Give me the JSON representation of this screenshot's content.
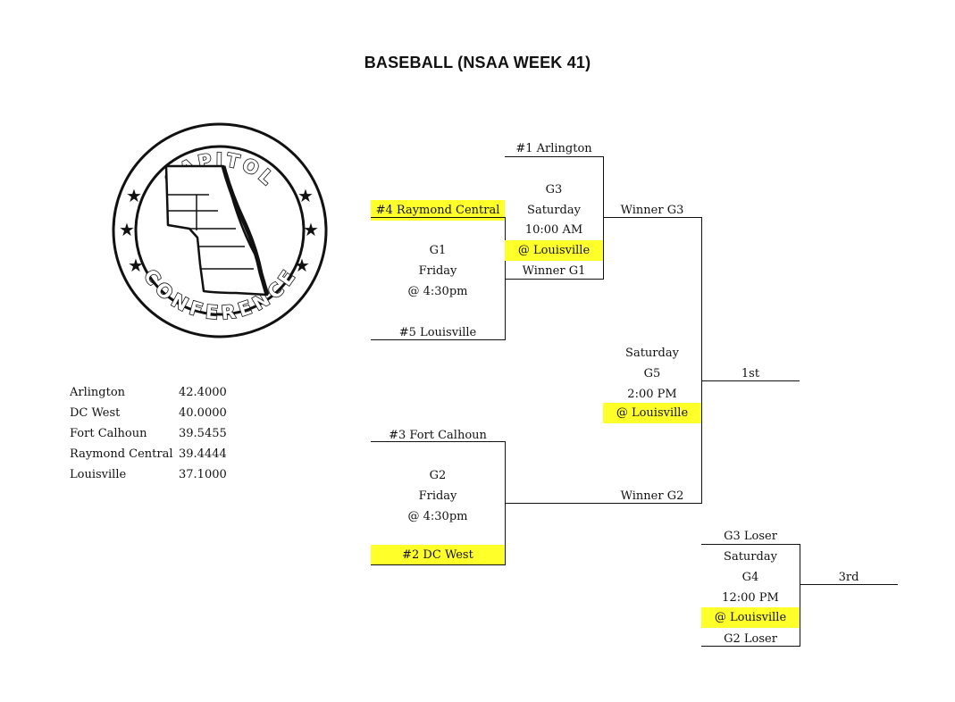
{
  "title": "BASEBALL (NSAA WEEK 41)",
  "logo": {
    "top_text": "CAPITOL",
    "bottom_text": "CONFERENCE"
  },
  "standings": [
    {
      "team": "Arlington",
      "score": "42.4000"
    },
    {
      "team": "DC West",
      "score": "40.0000"
    },
    {
      "team": "Fort Calhoun",
      "score": "39.5455"
    },
    {
      "team": "Raymond Central",
      "score": "39.4444"
    },
    {
      "team": "Louisville",
      "score": "37.1000"
    }
  ],
  "g1": {
    "top_team": "#4 Raymond Central",
    "game": "G1",
    "day": "Friday",
    "time": "@ 4:30pm",
    "bottom_team": "#5 Louisville"
  },
  "g2": {
    "top_team": "#3 Fort Calhoun",
    "game": "G2",
    "day": "Friday",
    "time": "@ 4:30pm",
    "bottom_team": "#2 DC West"
  },
  "g3": {
    "top_team": "#1 Arlington",
    "game": "G3",
    "day": "Saturday",
    "time": "10:00 AM",
    "site": "@ Louisville",
    "bottom_team": "Winner G1"
  },
  "g5": {
    "top_team": "Winner G3",
    "day": "Saturday",
    "game": "G5",
    "time": "2:00 PM",
    "site": "@ Louisville",
    "bottom_team": "Winner G2",
    "result": "1st"
  },
  "g4": {
    "top_team": "G3 Loser",
    "day": "Saturday",
    "game": "G4",
    "time": "12:00 PM",
    "site": "@ Louisville",
    "bottom_team": "G2 Loser",
    "result": "3rd"
  },
  "colors": {
    "highlight": "#ffff2a",
    "line": "#111111"
  }
}
